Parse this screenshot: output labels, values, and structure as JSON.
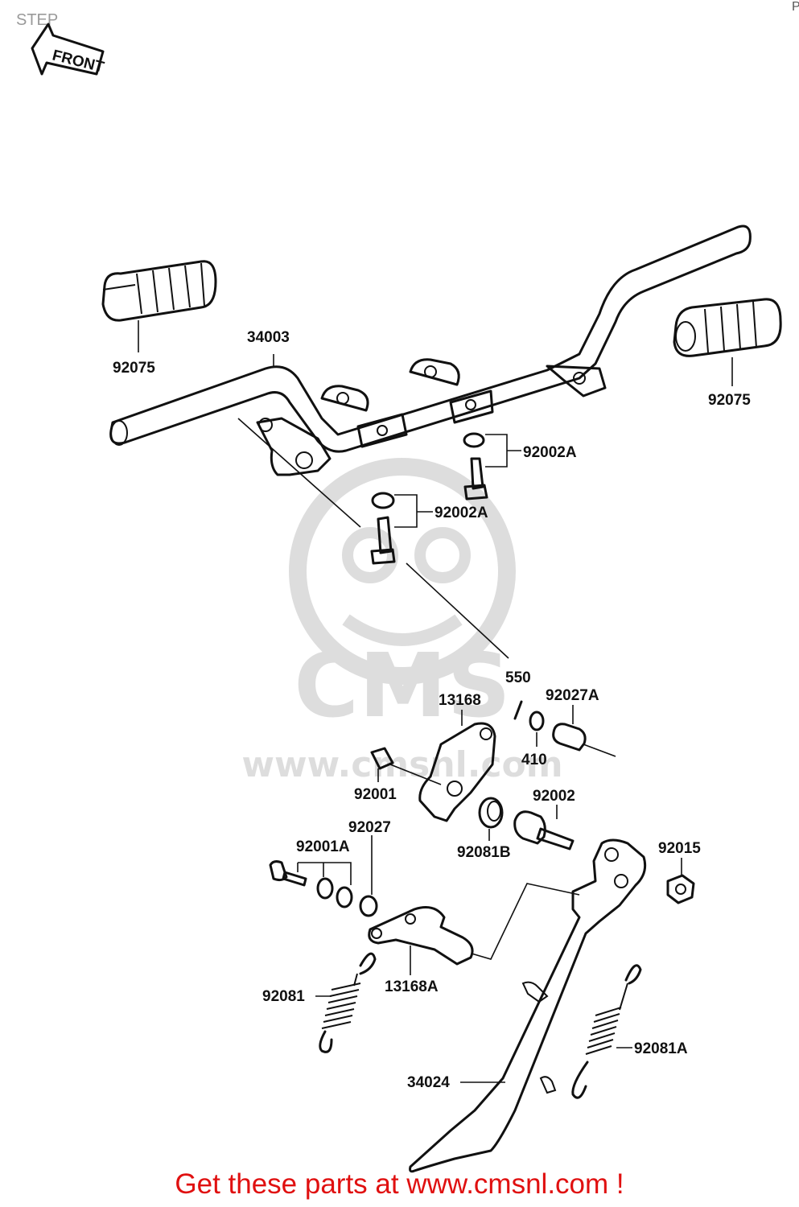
{
  "page_title": "STEP",
  "corner_mark": "P",
  "front_label": "FRONT",
  "watermark_text": "www.cmsnl.com",
  "footer_text": "Get these parts at www.cmsnl.com !",
  "parts": {
    "footpeg_left": "92075",
    "footpeg_right": "92075",
    "step_bar": "34003",
    "bolt_set_upper": "92002A",
    "bolt_set_lower": "92002A",
    "cotter_pin": "550",
    "washer": "410",
    "pin": "92027A",
    "bracket": "13168",
    "bolt_92001": "92001",
    "spring_92081B": "92081B",
    "bolt_92002": "92002",
    "nut": "92015",
    "collar": "92027",
    "bolt_set_92001A": "92001A",
    "lever_bracket": "13168A",
    "spring_left": "92081",
    "spring_right": "92081A",
    "side_stand": "34024"
  }
}
